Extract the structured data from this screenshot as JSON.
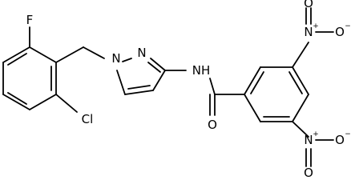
{
  "molecule": {
    "labels": {
      "F": "F",
      "Cl": "Cl",
      "N_pyr1": "N",
      "N_pyr2": "N",
      "NH": "NH",
      "O_amide": "O",
      "N_nitro1": "N",
      "O_nitro1a": "O",
      "O_nitro1b": "O",
      "N_nitro2": "N",
      "O_nitro2a": "O",
      "O_nitro2b": "O"
    },
    "charges": {
      "N_nitro1": "+",
      "O_nitro1b": "−",
      "N_nitro2": "+",
      "O_nitro2b": "−"
    }
  }
}
